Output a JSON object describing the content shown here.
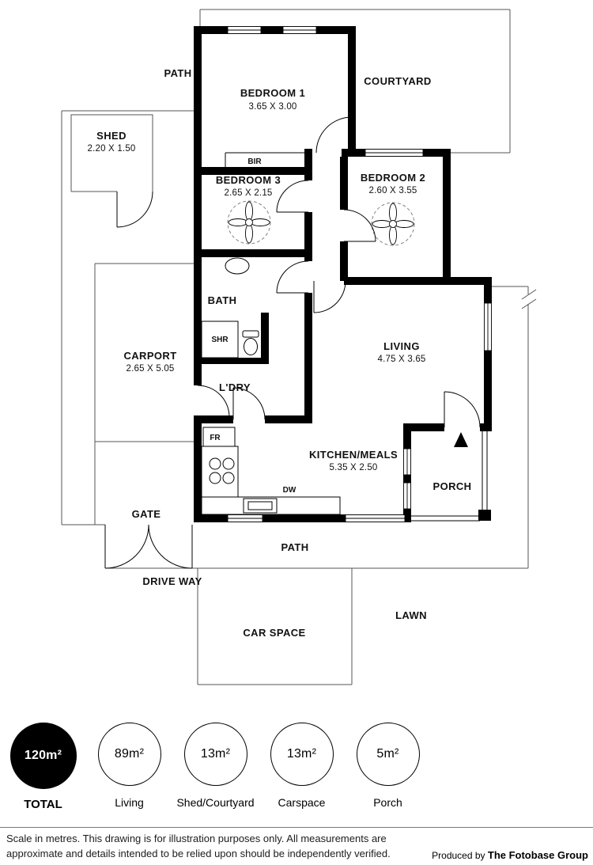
{
  "plan": {
    "labels": {
      "path_top": "PATH",
      "courtyard": "COURTYARD",
      "shed_name": "SHED",
      "shed_dims": "2.20 X 1.50",
      "bedroom1_name": "BEDROOM 1",
      "bedroom1_dims": "3.65 X 3.00",
      "bir": "BIR",
      "bedroom3_name": "BEDROOM 3",
      "bedroom3_dims": "2.65 X 2.15",
      "bedroom2_name": "BEDROOM 2",
      "bedroom2_dims": "2.60 X 3.55",
      "bath": "BATH",
      "shr": "SHR",
      "carport_name": "CARPORT",
      "carport_dims": "2.65 X 5.05",
      "living_name": "LIVING",
      "living_dims": "4.75 X 3.65",
      "ldry": "L'DRY",
      "fr": "FR",
      "kitchen_name": "KITCHEN/MEALS",
      "kitchen_dims": "5.35 X 2.50",
      "dw": "DW",
      "porch": "PORCH",
      "gate": "GATE",
      "path_bottom": "PATH",
      "driveway": "DRIVE WAY",
      "carspace": "CAR SPACE",
      "lawn": "LAWN"
    }
  },
  "legend": {
    "total": {
      "value": "120m²",
      "label": "TOTAL"
    },
    "items": [
      {
        "value": "89m²",
        "label": "Living"
      },
      {
        "value": "13m²",
        "label": "Shed/Courtyard"
      },
      {
        "value": "13m²",
        "label": "Carspace"
      },
      {
        "value": "5m²",
        "label": "Porch"
      }
    ]
  },
  "footer": {
    "line1": "Scale in metres. This drawing is for illustration purposes only. All measurements are",
    "line2": "approximate and details intended to be relied upon should be independently verified.",
    "produced_prefix": "Produced by",
    "producer": "The Fotobase Group"
  },
  "colors": {
    "wall": "#000000",
    "total_circle": "#000000",
    "background": "#ffffff"
  }
}
